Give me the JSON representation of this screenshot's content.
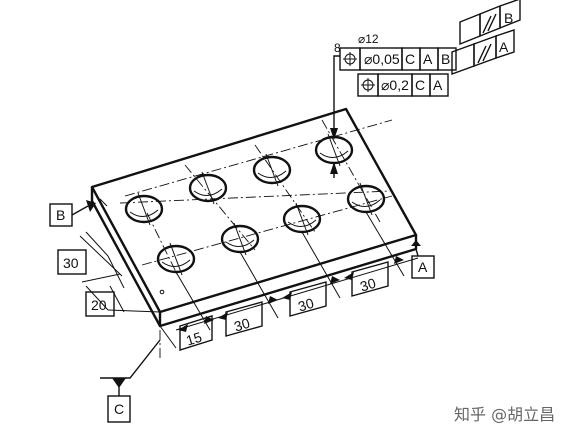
{
  "diagram": {
    "feature_callout": {
      "count": "8",
      "diameter": "⌀12"
    },
    "frames": [
      {
        "symbol": "position-symbol",
        "tolerance": "⌀0,05",
        "refs": [
          "C",
          "A",
          "B"
        ],
        "extra_symbol": "parallelism-symbol",
        "extra_ref": "B"
      },
      {
        "symbol": "position-symbol",
        "tolerance": "⌀0,2",
        "refs": [
          "C",
          "A"
        ],
        "extra_symbol": "parallelism-symbol",
        "extra_ref": "A"
      }
    ],
    "datums": {
      "a": "A",
      "b": "B",
      "c": "C"
    },
    "dimensions": {
      "left_upper": "30",
      "left_lower": "20",
      "bottom_1": "15",
      "bottom_2": "30",
      "bottom_3": "30",
      "bottom_4": "30"
    },
    "watermark": "知乎 @胡立昌"
  }
}
